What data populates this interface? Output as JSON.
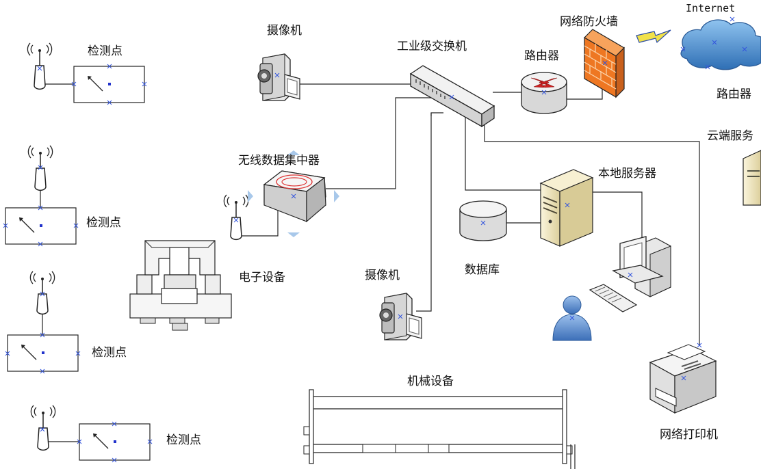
{
  "labels": {
    "detection_point": "检测点",
    "camera": "摄像机",
    "switch": "工业级交换机",
    "router": "路由器",
    "firewall": "网络防火墙",
    "internet": "Internet",
    "cloud_router": "路由器",
    "cloud_server": "云端服务",
    "wireless_collector": "无线数据集中器",
    "local_server": "本地服务器",
    "database": "数据库",
    "electronic_device": "电子设备",
    "mechanical_device": "机械设备",
    "network_printer": "网络打印机"
  },
  "icons": [
    "antenna-icon",
    "detection-point-box",
    "camera-icon",
    "switch-icon",
    "router-icon",
    "firewall-icon",
    "lightning-icon",
    "cloud-icon",
    "server-icon",
    "database-icon",
    "wireless-collector-icon",
    "electronic-device-icon",
    "workstation-icon",
    "user-icon",
    "printer-icon",
    "mechanical-device-icon"
  ],
  "colors": {
    "line": "#222222",
    "connector_marker": "#3355dd",
    "firewall": "#ee7722",
    "cloud": "#4a8fd0",
    "server": "#efe5bf",
    "router_arrows": "#cc2222",
    "user": "#5588cc"
  }
}
